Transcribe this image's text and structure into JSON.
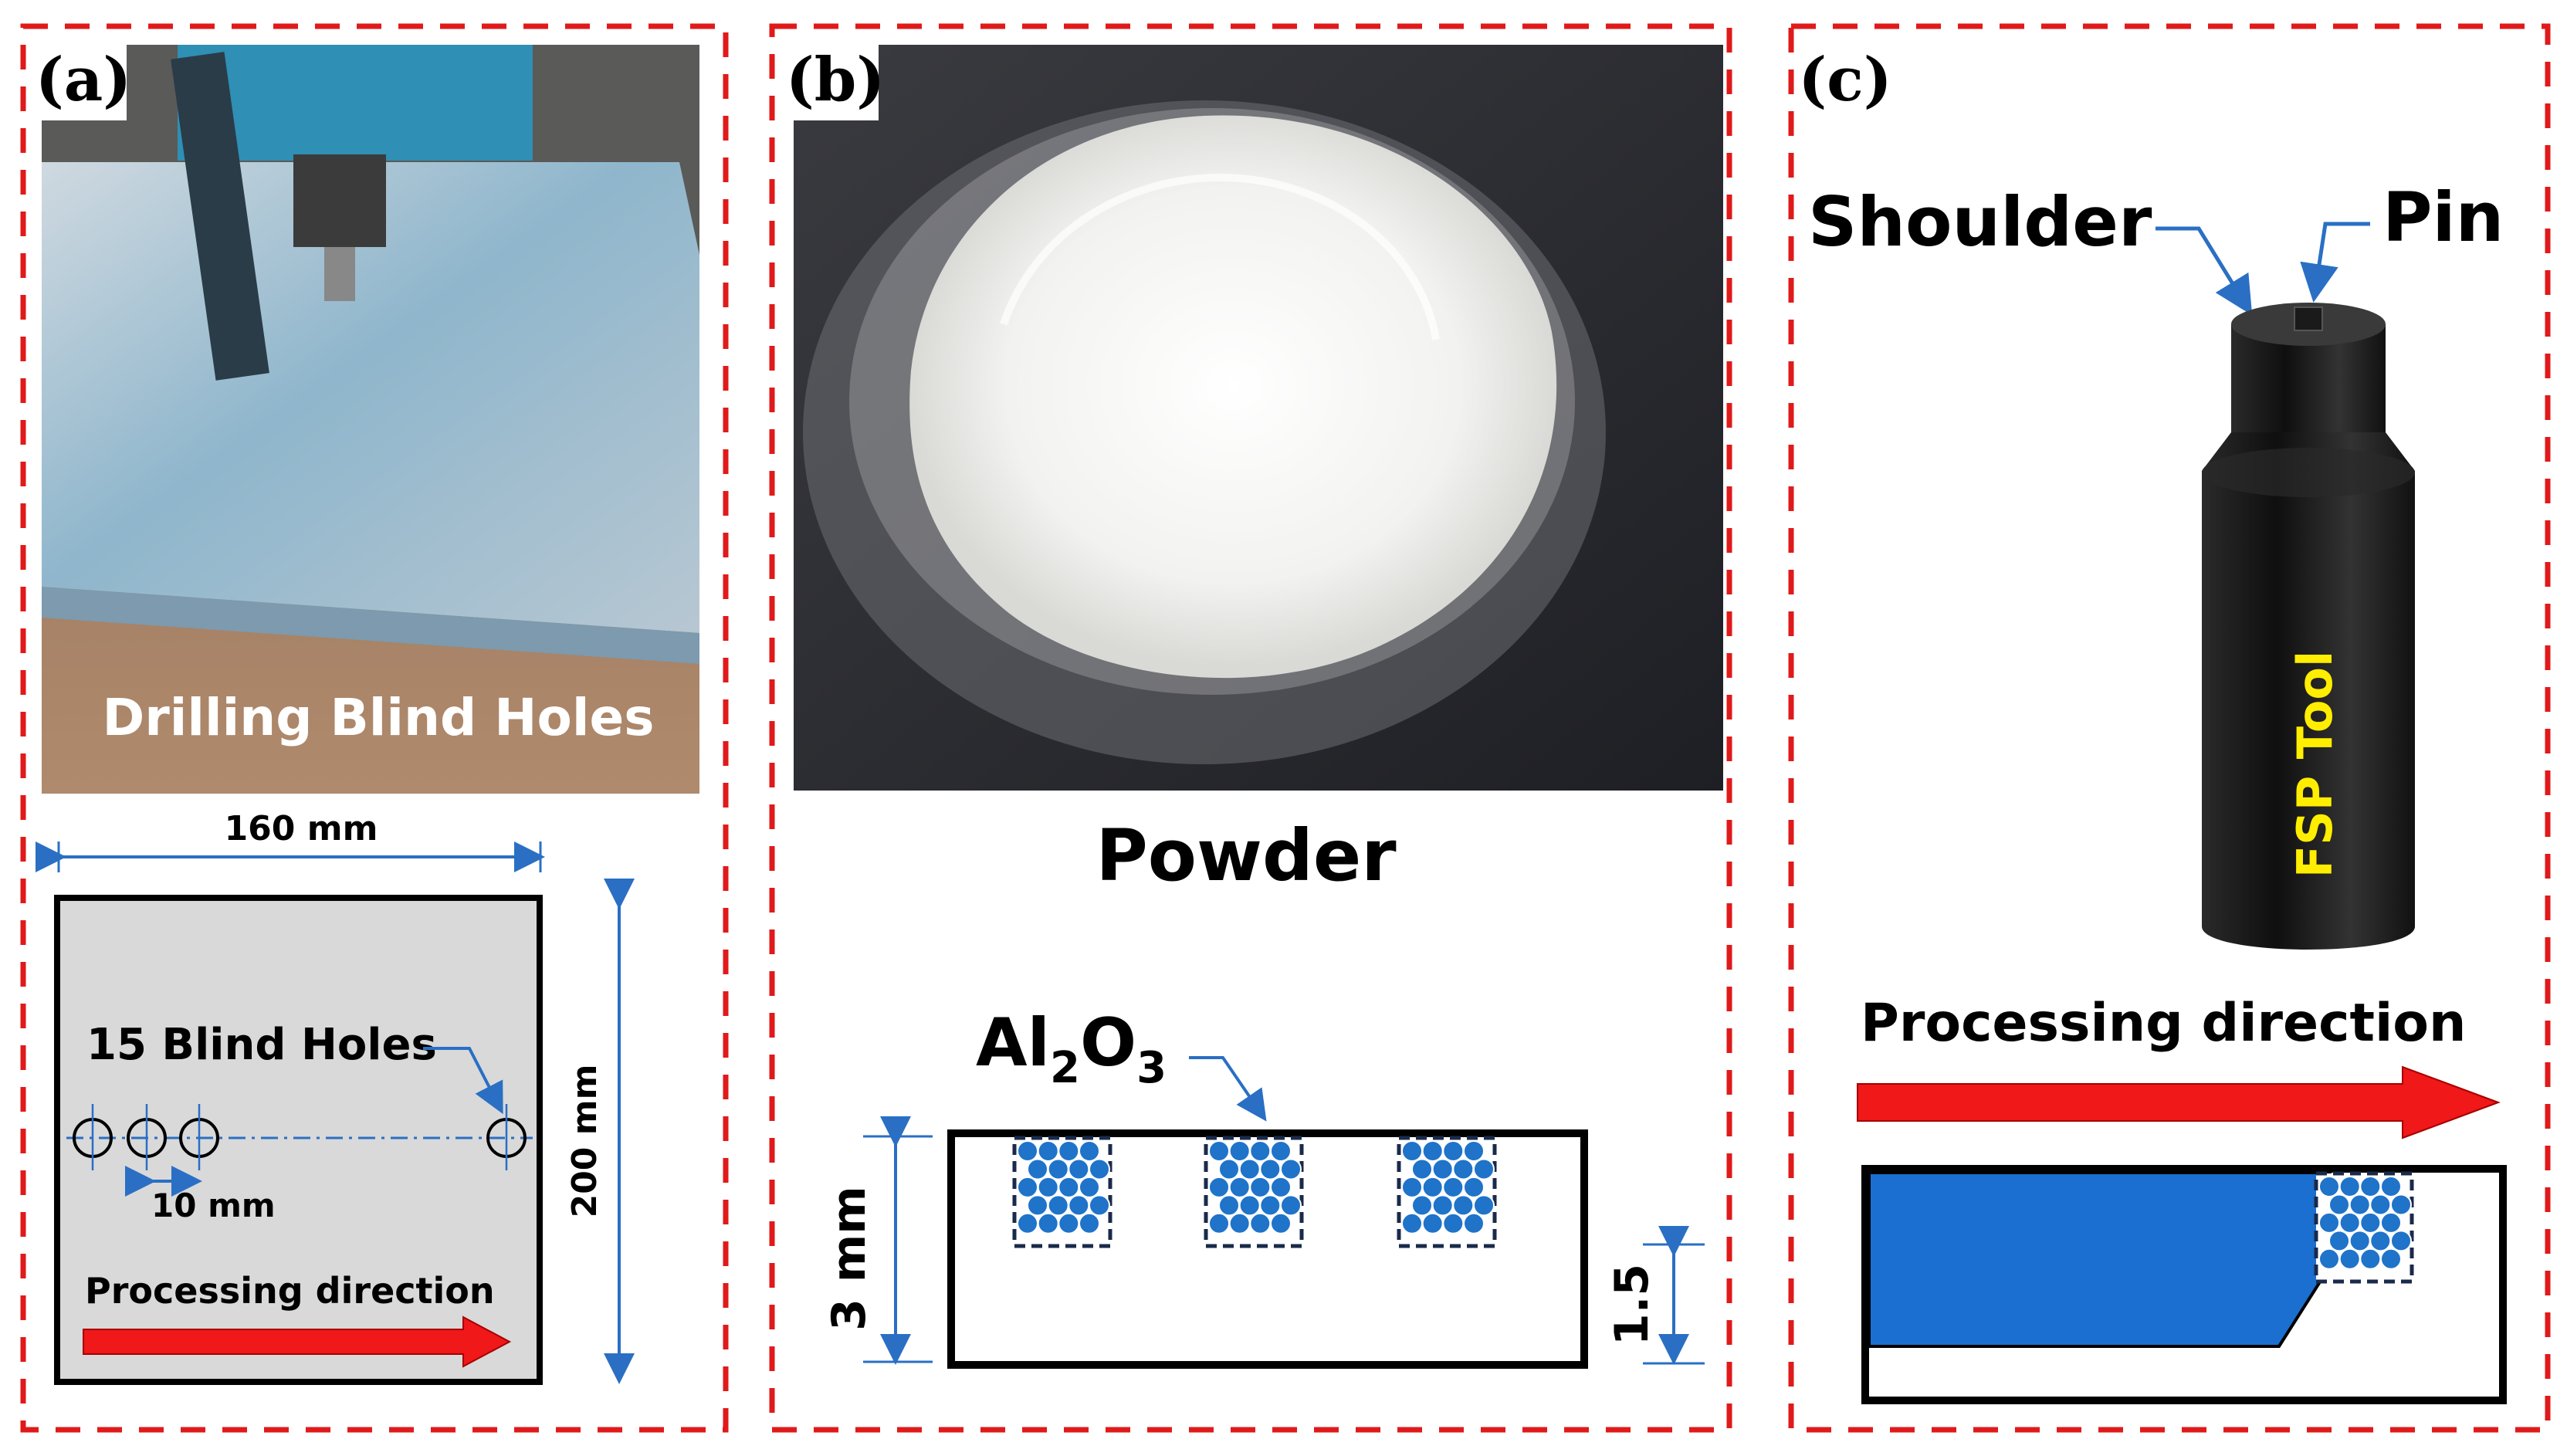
{
  "colors": {
    "frame_dash": "#e01a1a",
    "dimension_blue": "#2a6fc4",
    "arrow_red": "#f01818",
    "tool_fill": "#1a6fd0",
    "particle_blue": "#1f73c9",
    "plate_gray": "#d9d9d9",
    "tool_label_yellow": "#ffee00"
  },
  "panel_a": {
    "label": "(a)",
    "photo_caption": "Drilling Blind Holes",
    "width_label": "160 mm",
    "height_label": "200 mm",
    "holes_label": "15 Blind Holes",
    "spacing_label": "10 mm",
    "direction_label": "Processing direction"
  },
  "panel_b": {
    "label": "(b)",
    "photo_caption": "Powder",
    "material_label_main": "Al",
    "material_label_sub1": "2",
    "material_label_mid": "O",
    "material_label_sub2": "3",
    "thickness_label": "3 mm",
    "depth_label": "1.5"
  },
  "panel_c": {
    "label": "(c)",
    "shoulder_label": "Shoulder",
    "pin_label": "Pin",
    "tool_label": "FSP Tool",
    "direction_label": "Processing direction"
  }
}
